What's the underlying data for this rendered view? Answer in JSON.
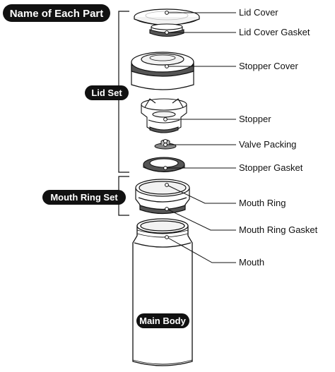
{
  "title": "Name of Each Part",
  "groups": {
    "lid_set": "Lid Set",
    "mouth_ring_set": "Mouth Ring Set",
    "main_body": "Main Body"
  },
  "parts": {
    "lid_cover": "Lid Cover",
    "lid_cover_gasket": "Lid Cover Gasket",
    "stopper_cover": "Stopper Cover",
    "stopper": "Stopper",
    "valve_packing": "Valve Packing",
    "stopper_gasket": "Stopper Gasket",
    "mouth_ring": "Mouth Ring",
    "mouth_ring_gasket": "Mouth Ring Gasket",
    "mouth": "Mouth"
  },
  "colors": {
    "ink": "#111111",
    "pill": "#111111",
    "gasket": "#555555",
    "light": "#f2f2f2"
  }
}
